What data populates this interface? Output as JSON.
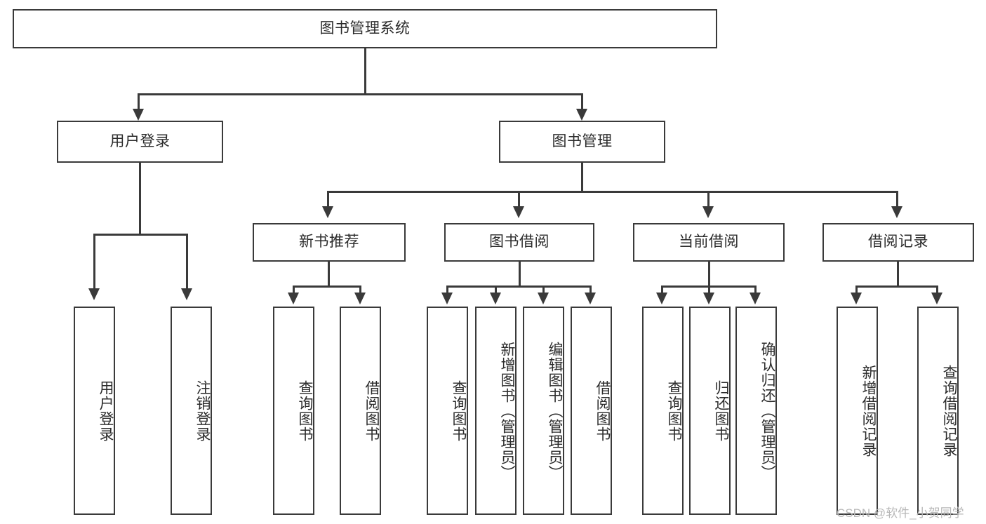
{
  "diagram": {
    "title": "图书管理系统",
    "type": "functional-structure-tree",
    "root": {
      "label": "图书管理系统"
    },
    "level1": [
      {
        "label": "用户登录"
      },
      {
        "label": "图书管理"
      }
    ],
    "level2": [
      {
        "label": "新书推荐"
      },
      {
        "label": "图书借阅"
      },
      {
        "label": "当前借阅"
      },
      {
        "label": "借阅记录"
      }
    ],
    "leaves_user_login": [
      {
        "label": "用户登录"
      },
      {
        "label": "注销登录"
      }
    ],
    "leaves_new_book": [
      {
        "label": "查询图书"
      },
      {
        "label": "借阅图书"
      }
    ],
    "leaves_borrow": [
      {
        "label": "查询图书"
      },
      {
        "label": "新增图书（管理员）"
      },
      {
        "label": "编辑图书（管理员）"
      },
      {
        "label": "借阅图书"
      }
    ],
    "leaves_current": [
      {
        "label": "查询图书"
      },
      {
        "label": "归还图书"
      },
      {
        "label": "确认归还（管理员）"
      }
    ],
    "leaves_records": [
      {
        "label": "新增借阅记录"
      },
      {
        "label": "查询借阅记录"
      }
    ]
  },
  "watermark": {
    "text": "CSDN @软件_小贺同学"
  },
  "colors": {
    "stroke": "#3a3a3a",
    "background": "#ffffff",
    "text": "#2b2b2b",
    "watermark": "#b8b8b8"
  }
}
